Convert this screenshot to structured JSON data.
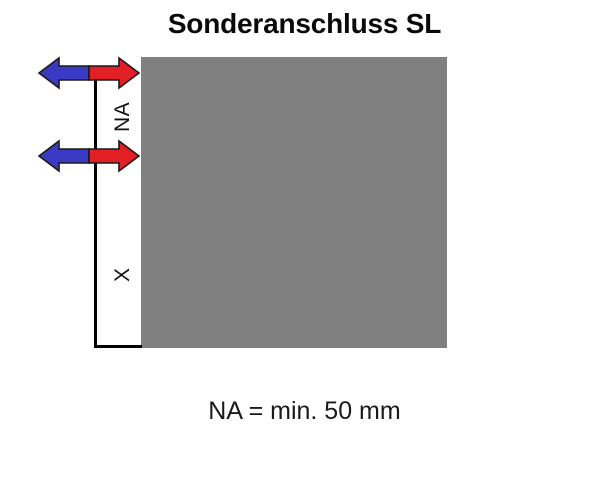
{
  "title": "Sonderanschluss SL",
  "caption": "NA = min. 50 mm",
  "labels": {
    "na": "NA",
    "x": "X"
  },
  "colors": {
    "arrow_left": "#3a3ac4",
    "arrow_right": "#e31f26",
    "arrow_outline": "#1a1a1a",
    "panel": "#808080",
    "line": "#000000",
    "text": "#0a0a0a",
    "background": "#ffffff"
  },
  "arrows": [
    {
      "name": "top",
      "left_label": "NA",
      "direction": "bidirectional"
    },
    {
      "name": "bottom",
      "left_label": "NA",
      "direction": "bidirectional"
    }
  ]
}
